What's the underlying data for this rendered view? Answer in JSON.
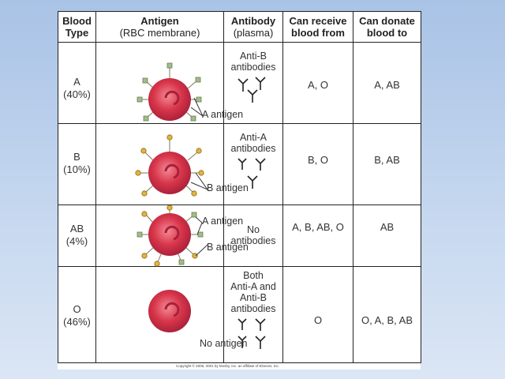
{
  "headers": {
    "blood_type_line1": "Blood",
    "blood_type_line2": "Type",
    "antigen_line1": "Antigen",
    "antigen_line2": "(RBC membrane)",
    "antibody_line1": "Antibody",
    "antibody_line2": "(plasma)",
    "receive_line1": "Can receive",
    "receive_line2": "blood from",
    "donate_line1": "Can donate",
    "donate_line2": "blood to"
  },
  "rows": [
    {
      "type": "A",
      "percent": "(40%)",
      "antigen_labels": [
        "A antigen"
      ],
      "antibody_lines": [
        "Anti-B",
        "antibodies"
      ],
      "receive": "A, O",
      "donate": "A, AB"
    },
    {
      "type": "B",
      "percent": "(10%)",
      "antigen_labels": [
        "B antigen"
      ],
      "antibody_lines": [
        "Anti-A",
        "antibodies"
      ],
      "receive": "B, O",
      "donate": "B, AB"
    },
    {
      "type": "AB",
      "percent": "(4%)",
      "antigen_labels": [
        "A antigen",
        "B antigen"
      ],
      "antibody_lines": [
        "No",
        "antibodies"
      ],
      "receive": "A, B, AB, O",
      "donate": "AB"
    },
    {
      "type": "O",
      "percent": "(46%)",
      "antigen_labels": [
        "No antigen"
      ],
      "antibody_lines": [
        "Both",
        "Anti-A and",
        "Anti-B",
        "antibodies"
      ],
      "receive": "O",
      "donate": "O, A, B, AB"
    }
  ],
  "copyright": "Copyright © 2006, 2001 by Mosby, Inc. an affiliate of Elsevier, Inc.",
  "colors": {
    "cell_red": "#d8354a",
    "cell_dark": "#a8203a",
    "antigen_a": "#9fbe88",
    "antigen_b": "#e3b43c",
    "background": "#b8cde9"
  }
}
